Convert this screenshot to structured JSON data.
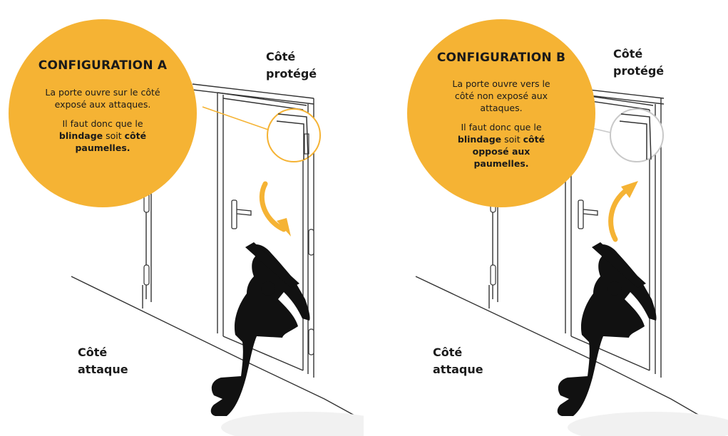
{
  "colors": {
    "accent": "#f5b334",
    "zoom_circle_border": "#f5b334",
    "zoom_circle_border_b": "#c8c8c8",
    "line_art": "#333333",
    "silhouette": "#111111"
  },
  "config_a": {
    "title": "CONFIGURATION A",
    "line1": "La porte ouvre sur le côté exposé aux attaques.",
    "line2_prefix": "Il faut donc que le ",
    "line2_bold1": "blindage",
    "line2_middle": " soit ",
    "line2_bold2": "côté paumelles.",
    "protected_label_1": "Côté",
    "protected_label_2": "protégé",
    "attack_label_1": "Côté",
    "attack_label_2": "attaque"
  },
  "config_b": {
    "title": "CONFIGURATION B",
    "line1": "La porte ouvre vers le côté non exposé aux attaques.",
    "line2_prefix": "Il faut donc que le ",
    "line2_bold1": "blindage",
    "line2_middle": " soit ",
    "line2_bold2": "côté opposé aux paumelles.",
    "protected_label_1": "Côté",
    "protected_label_2": "protégé",
    "attack_label_1": "Côté",
    "attack_label_2": "attaque"
  },
  "icons": {
    "door_open_direction_a": "curved-arrow-down-right",
    "door_open_direction_b": "curved-arrow-up-right",
    "person": "crouching-burglar-silhouette"
  }
}
